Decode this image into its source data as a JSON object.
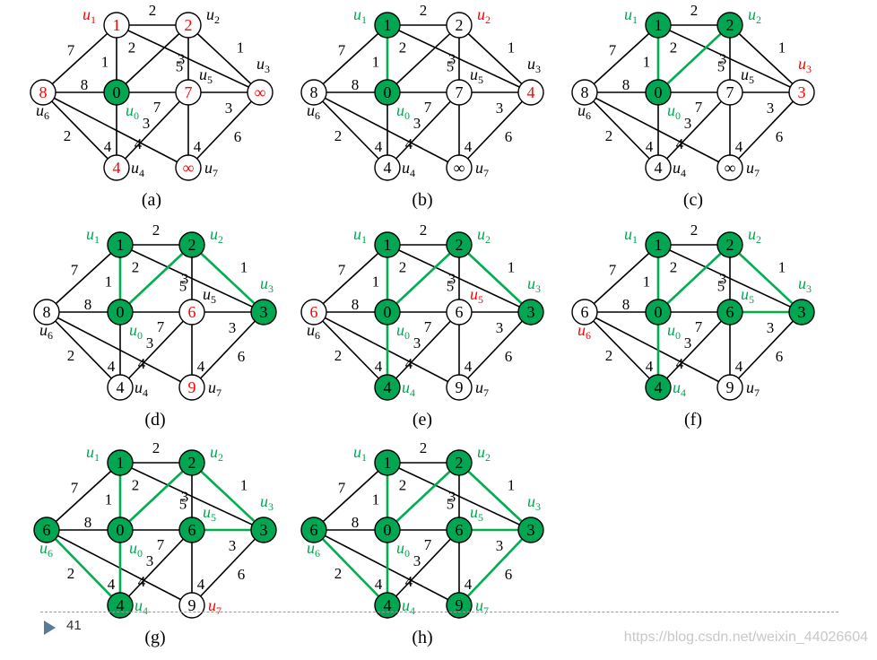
{
  "colors": {
    "visited_fill": "#00a651",
    "tree_edge": "#00b050",
    "highlight_red": "#ff0000",
    "label_green": "#00a651",
    "edge_black": "#000000"
  },
  "node_labels": {
    "u0": [
      "u",
      "0"
    ],
    "u1": [
      "u",
      "1"
    ],
    "u2": [
      "u",
      "2"
    ],
    "u3": [
      "u",
      "3"
    ],
    "u4": [
      "u",
      "4"
    ],
    "u5": [
      "u",
      "5"
    ],
    "u6": [
      "u",
      "6"
    ],
    "u7": [
      "u",
      "7"
    ]
  },
  "edges": [
    {
      "a": "u1",
      "b": "u2",
      "w": "2"
    },
    {
      "a": "u1",
      "b": "u6",
      "w": "7"
    },
    {
      "a": "u1",
      "b": "u0",
      "w": "1"
    },
    {
      "a": "u1",
      "b": "u3",
      "w": "3"
    },
    {
      "a": "u2",
      "b": "u0",
      "w": "2"
    },
    {
      "a": "u2",
      "b": "u5",
      "w": "5"
    },
    {
      "a": "u2",
      "b": "u3",
      "w": "1"
    },
    {
      "a": "u6",
      "b": "u0",
      "w": "8"
    },
    {
      "a": "u0",
      "b": "u5",
      "w": "7"
    },
    {
      "a": "u5",
      "b": "u3",
      "w": "3"
    },
    {
      "a": "u6",
      "b": "u4",
      "w": "2"
    },
    {
      "a": "u6",
      "b": "u7",
      "w": "4"
    },
    {
      "a": "u0",
      "b": "u4",
      "w": "4"
    },
    {
      "a": "u5",
      "b": "u4",
      "w": "3"
    },
    {
      "a": "u5",
      "b": "u7",
      "w": "4"
    },
    {
      "a": "u3",
      "b": "u7",
      "w": "6"
    }
  ],
  "panels": [
    {
      "caption": "(a)",
      "values": {
        "u0": "0",
        "u1": "1",
        "u2": "2",
        "u3": "∞",
        "u4": "4",
        "u5": "7",
        "u6": "8",
        "u7": "∞"
      },
      "visited": [
        "u0"
      ],
      "red_values": [
        "u1",
        "u2",
        "u3",
        "u4",
        "u5",
        "u6",
        "u7"
      ],
      "green_labels": [
        "u0"
      ],
      "red_labels": [
        "u1"
      ],
      "tree_edges": []
    },
    {
      "caption": "(b)",
      "values": {
        "u0": "0",
        "u1": "1",
        "u2": "2",
        "u3": "4",
        "u4": "4",
        "u5": "7",
        "u6": "8",
        "u7": "∞"
      },
      "visited": [
        "u0",
        "u1"
      ],
      "red_values": [
        "u3"
      ],
      "green_labels": [
        "u0",
        "u1"
      ],
      "red_labels": [
        "u2"
      ],
      "tree_edges": [
        [
          "u0",
          "u1"
        ]
      ]
    },
    {
      "caption": "(c)",
      "values": {
        "u0": "0",
        "u1": "1",
        "u2": "2",
        "u3": "3",
        "u4": "4",
        "u5": "7",
        "u6": "8",
        "u7": "∞"
      },
      "visited": [
        "u0",
        "u1",
        "u2"
      ],
      "red_values": [
        "u3"
      ],
      "green_labels": [
        "u0",
        "u1",
        "u2"
      ],
      "red_labels": [
        "u3"
      ],
      "tree_edges": [
        [
          "u0",
          "u1"
        ],
        [
          "u0",
          "u2"
        ]
      ]
    },
    {
      "caption": "(d)",
      "values": {
        "u0": "0",
        "u1": "1",
        "u2": "2",
        "u3": "3",
        "u4": "4",
        "u5": "6",
        "u6": "8",
        "u7": "9"
      },
      "visited": [
        "u0",
        "u1",
        "u2",
        "u3"
      ],
      "red_values": [
        "u5",
        "u7"
      ],
      "green_labels": [
        "u0",
        "u1",
        "u2",
        "u3"
      ],
      "red_labels": [],
      "tree_edges": [
        [
          "u0",
          "u1"
        ],
        [
          "u0",
          "u2"
        ],
        [
          "u2",
          "u3"
        ]
      ]
    },
    {
      "caption": "(e)",
      "values": {
        "u0": "0",
        "u1": "1",
        "u2": "2",
        "u3": "3",
        "u4": "4",
        "u5": "6",
        "u6": "6",
        "u7": "9"
      },
      "visited": [
        "u0",
        "u1",
        "u2",
        "u3",
        "u4"
      ],
      "red_values": [
        "u6"
      ],
      "green_labels": [
        "u0",
        "u1",
        "u2",
        "u3",
        "u4"
      ],
      "red_labels": [
        "u5"
      ],
      "tree_edges": [
        [
          "u0",
          "u1"
        ],
        [
          "u0",
          "u2"
        ],
        [
          "u2",
          "u3"
        ],
        [
          "u0",
          "u4"
        ]
      ]
    },
    {
      "caption": "(f)",
      "values": {
        "u0": "0",
        "u1": "1",
        "u2": "2",
        "u3": "3",
        "u4": "4",
        "u5": "6",
        "u6": "6",
        "u7": "9"
      },
      "visited": [
        "u0",
        "u1",
        "u2",
        "u3",
        "u4",
        "u5"
      ],
      "red_values": [],
      "green_labels": [
        "u0",
        "u1",
        "u2",
        "u3",
        "u4",
        "u5"
      ],
      "red_labels": [
        "u6"
      ],
      "tree_edges": [
        [
          "u0",
          "u1"
        ],
        [
          "u0",
          "u2"
        ],
        [
          "u2",
          "u3"
        ],
        [
          "u0",
          "u4"
        ],
        [
          "u5",
          "u3"
        ]
      ]
    },
    {
      "caption": "(g)",
      "values": {
        "u0": "0",
        "u1": "1",
        "u2": "2",
        "u3": "3",
        "u4": "4",
        "u5": "6",
        "u6": "6",
        "u7": "9"
      },
      "visited": [
        "u0",
        "u1",
        "u2",
        "u3",
        "u4",
        "u5",
        "u6"
      ],
      "red_values": [],
      "green_labels": [
        "u0",
        "u1",
        "u2",
        "u3",
        "u4",
        "u5",
        "u6"
      ],
      "red_labels": [
        "u7"
      ],
      "tree_edges": [
        [
          "u0",
          "u1"
        ],
        [
          "u0",
          "u2"
        ],
        [
          "u2",
          "u3"
        ],
        [
          "u0",
          "u4"
        ],
        [
          "u5",
          "u3"
        ],
        [
          "u6",
          "u4"
        ]
      ]
    },
    {
      "caption": "(h)",
      "values": {
        "u0": "0",
        "u1": "1",
        "u2": "2",
        "u3": "3",
        "u4": "4",
        "u5": "6",
        "u6": "6",
        "u7": "9"
      },
      "visited": [
        "u0",
        "u1",
        "u2",
        "u3",
        "u4",
        "u5",
        "u6",
        "u7"
      ],
      "red_values": [],
      "green_labels": [
        "u0",
        "u1",
        "u2",
        "u3",
        "u4",
        "u5",
        "u6",
        "u7"
      ],
      "red_labels": [],
      "tree_edges": [
        [
          "u0",
          "u1"
        ],
        [
          "u0",
          "u2"
        ],
        [
          "u2",
          "u3"
        ],
        [
          "u0",
          "u4"
        ],
        [
          "u5",
          "u3"
        ],
        [
          "u6",
          "u4"
        ],
        [
          "u3",
          "u7"
        ]
      ]
    }
  ],
  "footer": {
    "page_number": "41",
    "watermark": "https://blog.csdn.net/weixin_44026604"
  }
}
